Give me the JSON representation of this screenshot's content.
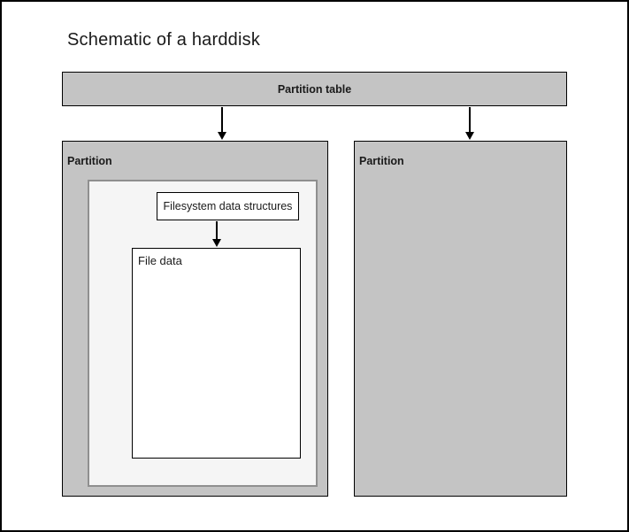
{
  "title": "Schematic of a harddisk",
  "partition_table": {
    "label": "Partition table"
  },
  "partitions": {
    "left": {
      "label": "Partition",
      "filesystem_data_structures": {
        "label": "Filesystem data structures"
      },
      "file_data": {
        "label": "File data"
      }
    },
    "right": {
      "label": "Partition"
    }
  },
  "colors": {
    "background": "#ffffff",
    "partition_fill": "#c4c4c4",
    "filesystem_area_fill": "#f5f5f5",
    "filesystem_area_border": "#8f8f8f",
    "box_border": "#000000",
    "text": "#1a1a1a"
  }
}
